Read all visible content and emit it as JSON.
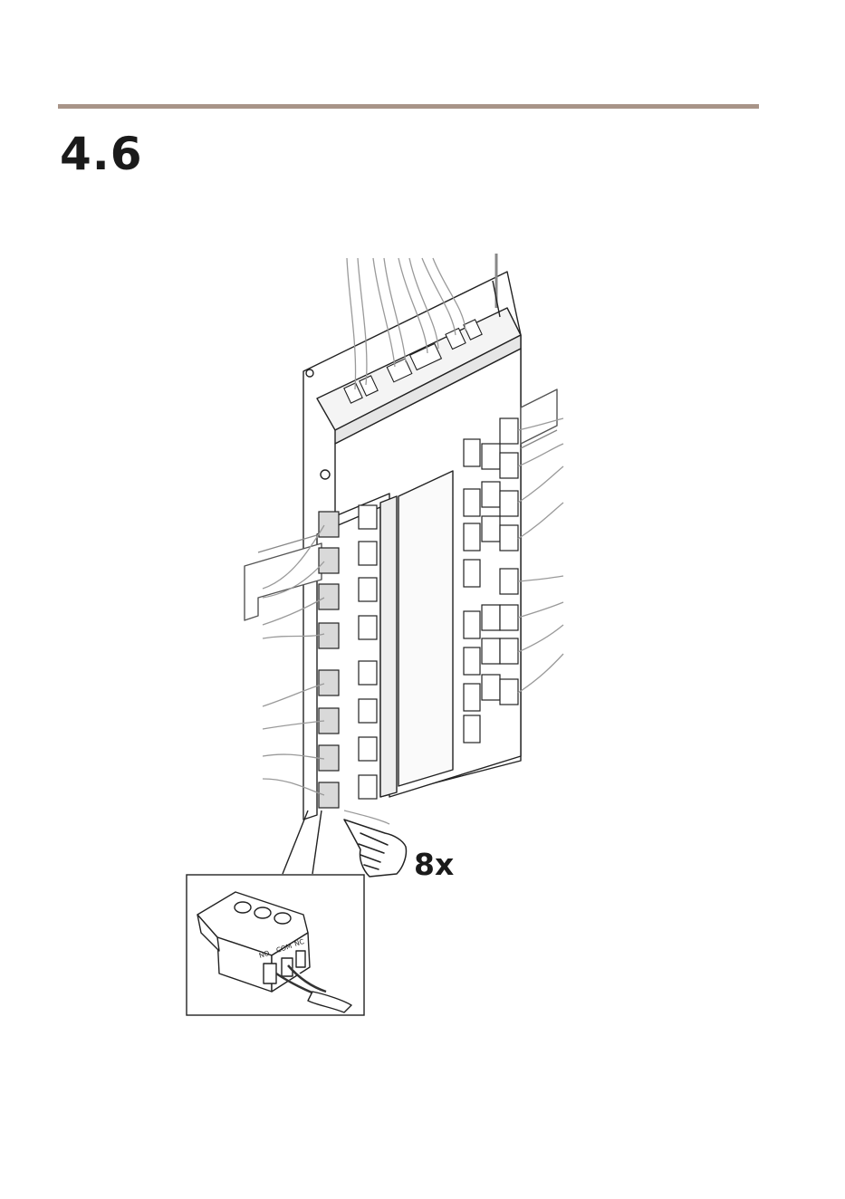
{
  "section": {
    "number": "4.6",
    "rule_color": "#a89488"
  },
  "illustration": {
    "repeat_count": "8x",
    "callout_icon": "pointing-hand-icon",
    "connector_labels": [
      "NO",
      "COM",
      "NC"
    ]
  }
}
